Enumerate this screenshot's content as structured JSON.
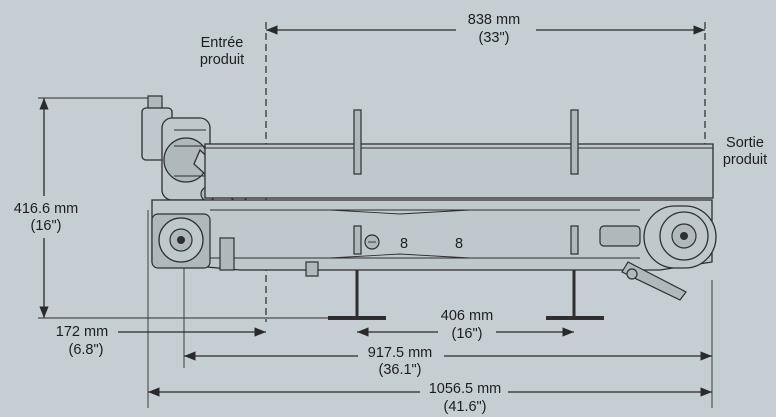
{
  "labels": {
    "entree": [
      "Entrée",
      "produit"
    ],
    "sortie": [
      "Sortie",
      "produit"
    ]
  },
  "dimensions": {
    "top_width": [
      "838 mm",
      "(33\")"
    ],
    "height": [
      "416.6 mm",
      "(16\")"
    ],
    "offset_left": [
      "172 mm",
      "(6.8\")"
    ],
    "stand_spacing": [
      "406 mm",
      "(16\")"
    ],
    "mid_length": [
      "917.5 mm",
      "(36.1\")"
    ],
    "overall_length": [
      "1056.5 mm",
      "(41.6\")"
    ]
  },
  "colors": {
    "background": "#c5ced3",
    "line": "#2a2a2a",
    "bed": "#bfc8cd"
  }
}
